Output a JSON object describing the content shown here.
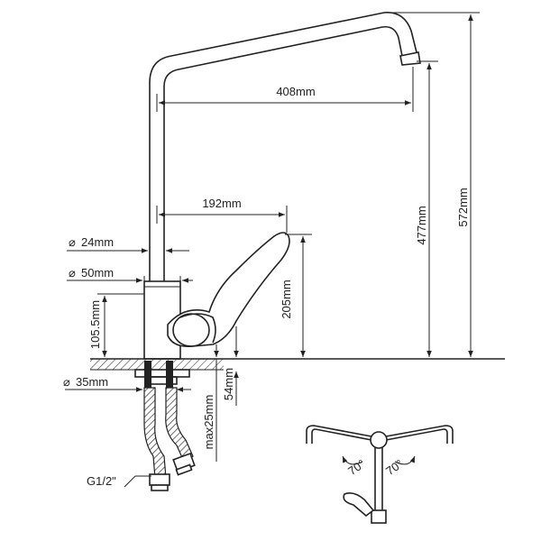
{
  "dimensions": {
    "spout_reach": "408mm",
    "total_height": "572mm",
    "outlet_height": "477mm",
    "lever_length": "192mm",
    "pipe_diameter": "24mm",
    "body_diameter": "50mm",
    "body_height": "105.5mm",
    "lever_height": "205mm",
    "base_diameter": "35mm",
    "shank_length": "54mm",
    "max_counter_thickness": "max25mm",
    "connection_thread": "G1/2\""
  },
  "diameter_symbol": "⌀",
  "rotation": {
    "left_angle": "70°",
    "right_angle": "70°"
  }
}
